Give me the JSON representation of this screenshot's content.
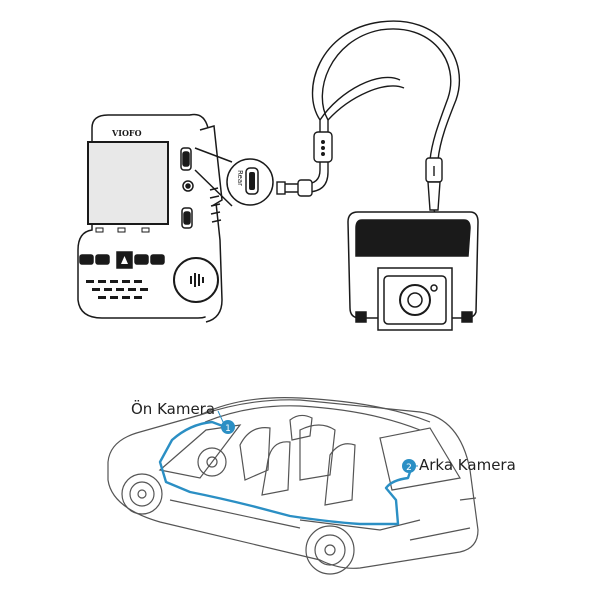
{
  "device": {
    "brand": "VIOFO",
    "port_label": "Rear"
  },
  "callouts": [
    {
      "number": "1",
      "label": "Ön Kamera"
    },
    {
      "number": "2",
      "label": "Arka Kamera"
    }
  ],
  "colors": {
    "line": "#1a1a1a",
    "cable_route": "#2b8fc4",
    "badge": "#2b8fc4",
    "device_fill": "#ffffff",
    "screen": "#e8e8e8",
    "car_line": "#555555"
  }
}
